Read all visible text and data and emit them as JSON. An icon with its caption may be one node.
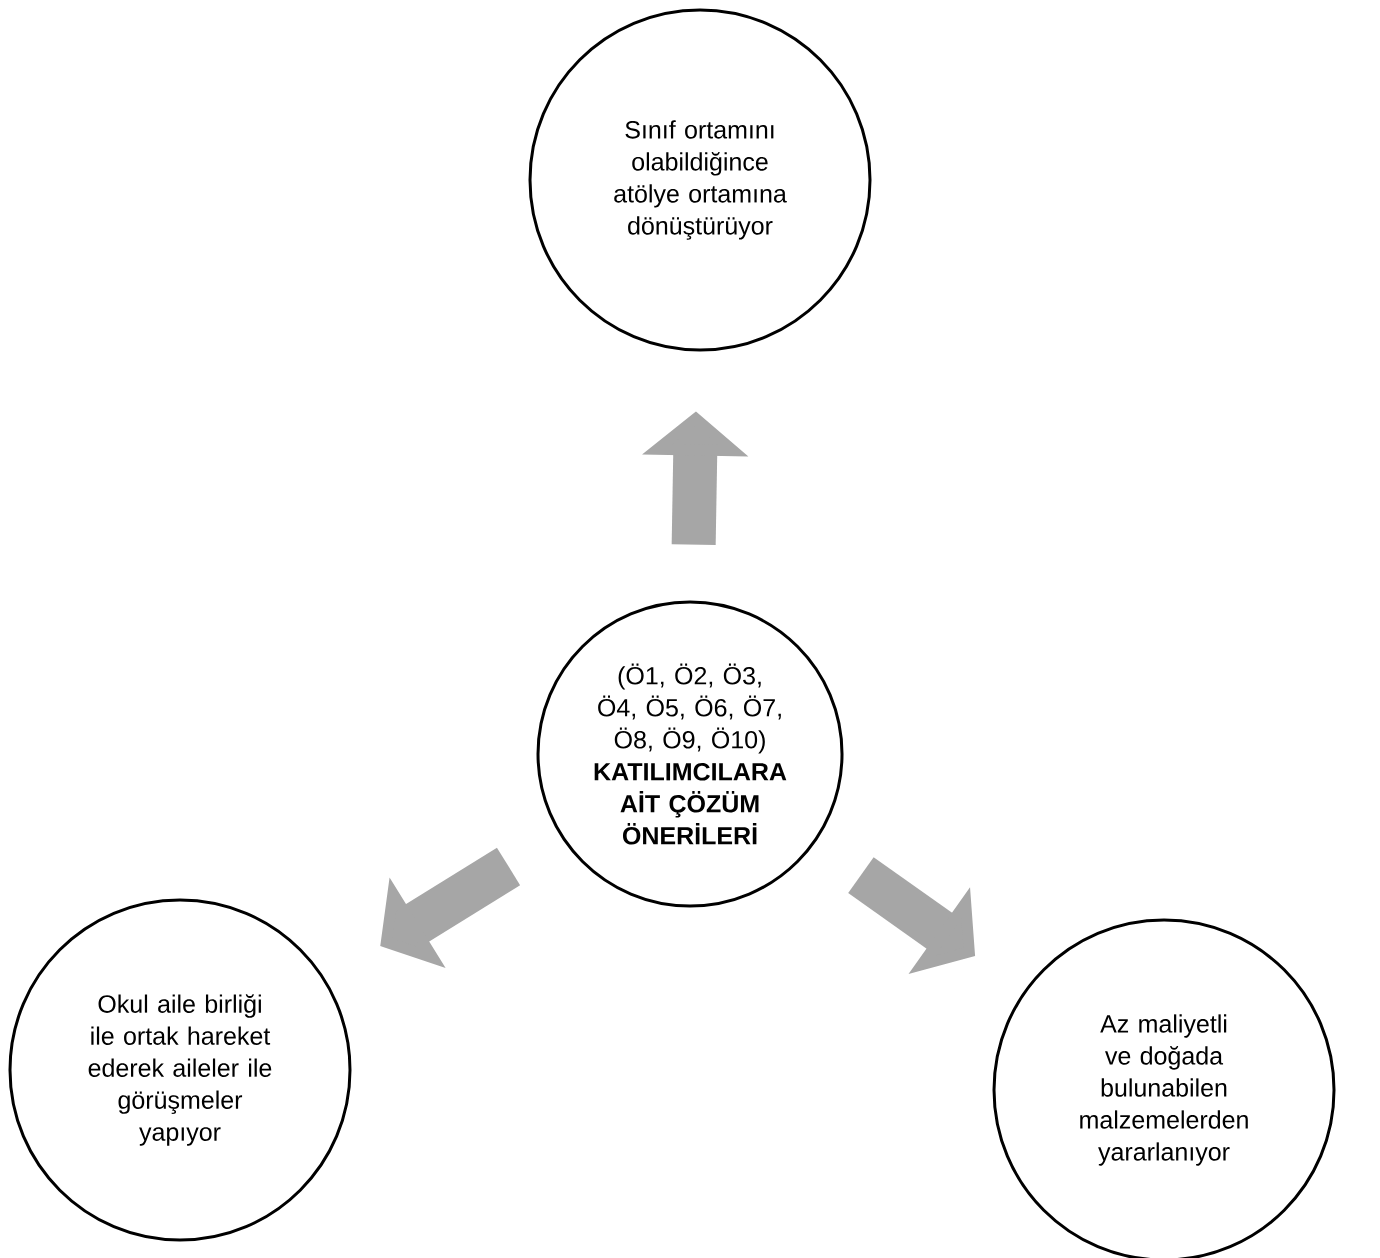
{
  "diagram": {
    "nodes": [
      {
        "text": [
          "Sınıf ortamını olabildiğince atölye ortamına dönüştürüyor"
        ]
      },
      {
        "text": [
          "(Ö1, Ö2, Ö3, Ö4, Ö5, Ö6, Ö7, Ö8, Ö9, Ö10)",
          "KATILIMCILARA AİT ÇÖZÜM ÖNERİLERİ"
        ]
      },
      {
        "text": [
          "Okul aile birliği ile ortak hareket ederek aileler ile görüşmeler yapıyor"
        ]
      },
      {
        "text": [
          "Az maliyetli ve doğada bulunabilen malzemelerden yararlanıyor"
        ]
      }
    ],
    "edges": [
      {
        "from": 1,
        "to": 0,
        "arrow": "to"
      },
      {
        "from": 1,
        "to": 2,
        "arrow": "to"
      },
      {
        "from": 1,
        "to": 3,
        "arrow": "to"
      }
    ]
  }
}
